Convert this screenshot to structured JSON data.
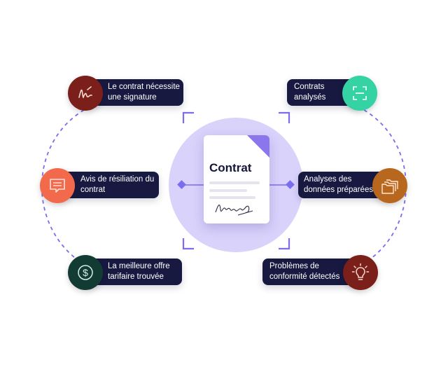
{
  "document": {
    "title": "Contrat"
  },
  "items": {
    "signature": "Le contrat nécessite\nune signature",
    "resiliation": "Avis de résiliation du\ncontrat",
    "offre": "La meilleure offre\ntarifaire trouvée",
    "analyses": "Contrats\nanalysés",
    "donnees": "Analyses des\ndonnées préparées",
    "conformite": "Problèmes de\nconformité détectés"
  },
  "colors": {
    "pill_bg": "#171941",
    "accent_purple": "#7b6cf0",
    "circle_fill": "#d9d2fb",
    "signature_icon": "#7a1f19",
    "resiliation_icon": "#f26a4b",
    "offre_icon": "#123b33",
    "analyses_icon": "#35d2a4",
    "donnees_icon": "#b8681e",
    "conformite_icon": "#7a1f19"
  },
  "icons": {
    "signature": "signature-icon",
    "resiliation": "message-icon",
    "offre": "dollar-icon",
    "analyses": "scan-icon",
    "donnees": "folders-icon",
    "conformite": "lightbulb-icon"
  }
}
